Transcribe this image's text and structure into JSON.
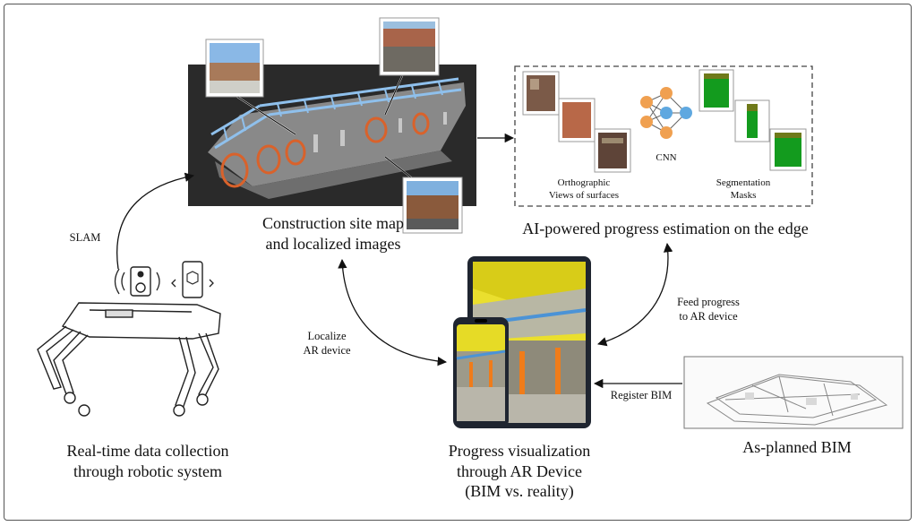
{
  "map": {
    "caption_line1": "Construction site map",
    "caption_line2": "and localized images"
  },
  "ai": {
    "caption": "AI-powered progress estimation on the edge",
    "ortho_line1": "Orthographic",
    "ortho_line2": "Views of surfaces",
    "cnn": "CNN",
    "seg_line1": "Segmentation",
    "seg_line2": "Masks"
  },
  "robot": {
    "caption_line1": "Real-time data collection",
    "caption_line2": "through robotic system"
  },
  "slam": "SLAM",
  "localize": {
    "line1": "Localize",
    "line2": "AR device"
  },
  "feed": {
    "line1": "Feed progress",
    "line2": "to AR device"
  },
  "register": "Register BIM",
  "ar": {
    "caption_line1": "Progress visualization",
    "caption_line2": "through AR Device",
    "caption_line3": "(BIM vs. reality)"
  },
  "bim": {
    "caption": "As-planned BIM"
  },
  "colors": {
    "map_bg": "#2a2a2a",
    "scaffold_blue": "#8fc0ec",
    "highlight_orange": "#d9622b",
    "cnn_orange": "#f0a050",
    "cnn_blue": "#5fa8e0",
    "mask_green": "#139b1e",
    "mask_olive": "#6f7a1a",
    "bim_yellow": "#e8d21a",
    "device_frame": "#1f2530"
  }
}
